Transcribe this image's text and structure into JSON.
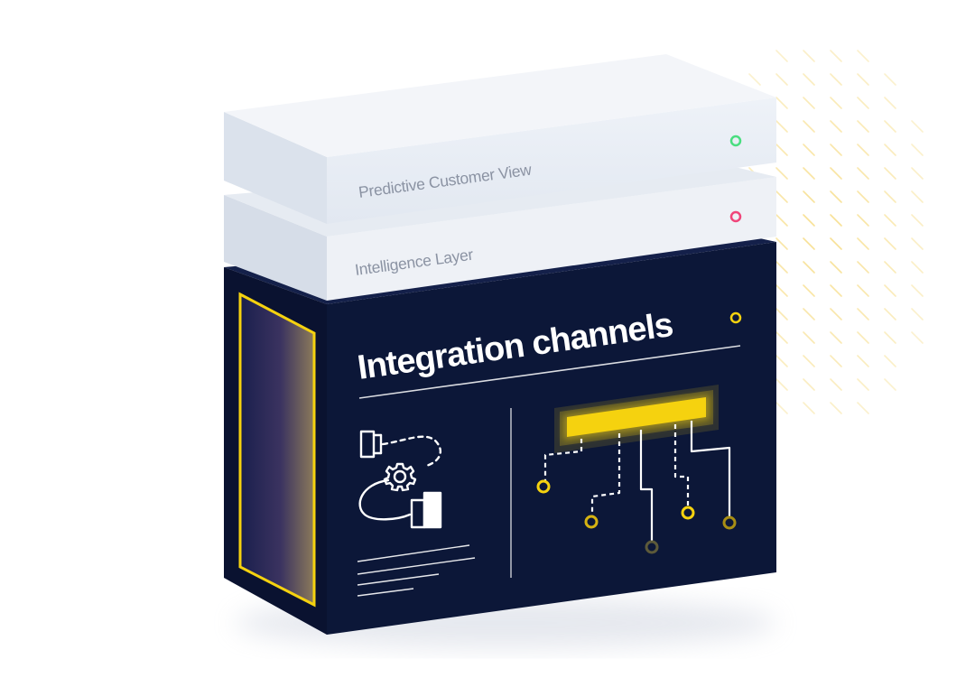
{
  "layers": [
    {
      "label": "Predictive Customer View",
      "indicator_color": "#4ade80",
      "text_color": "#8b93a3"
    },
    {
      "label": "Intelligence Layer",
      "indicator_color": "#f0457a",
      "text_color": "#8b93a3"
    }
  ],
  "main_box": {
    "title": "Integration channels",
    "indicator_color": "#f5d20f",
    "face_color": "#0c1738",
    "accent_color": "#f5d20f",
    "line_color": "#ffffff",
    "icon_left": [
      "connector-plug-icon",
      "gear-icon",
      "connector-socket-icon"
    ],
    "icon_right": "circuit-bus-icon"
  },
  "decoration": {
    "hatch_color": "#f7dc83"
  }
}
